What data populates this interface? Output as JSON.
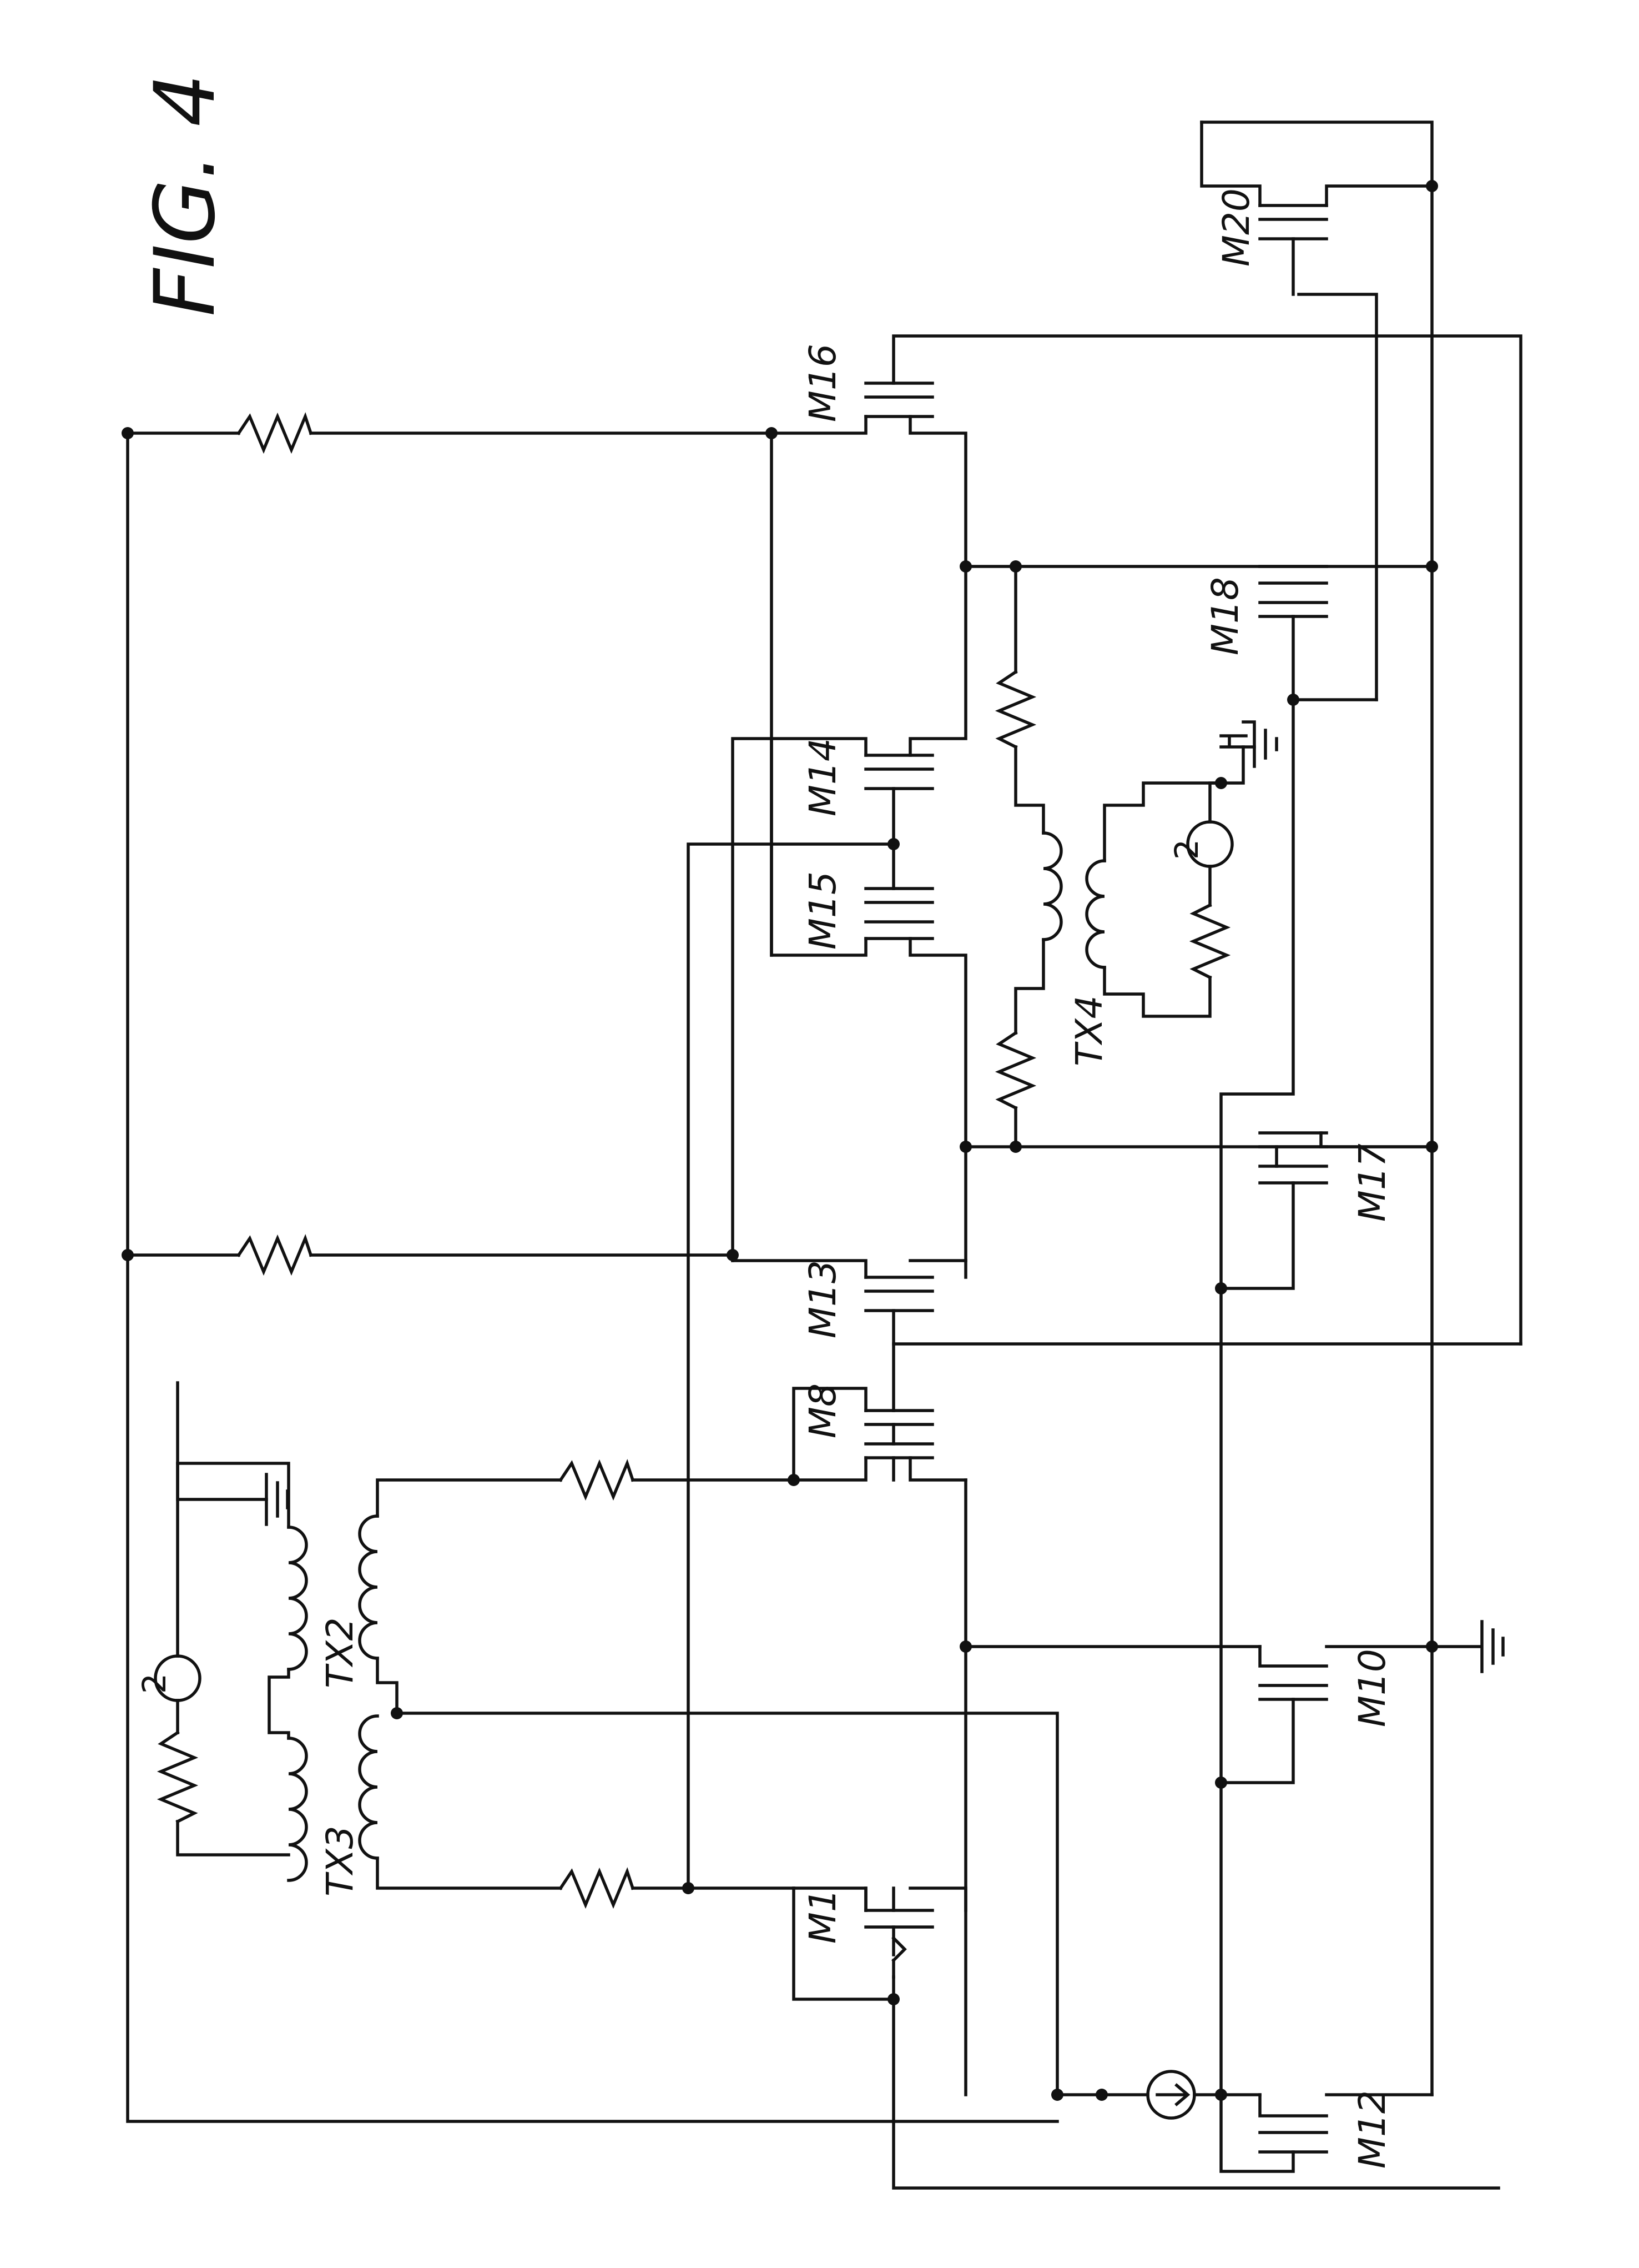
{
  "figure": {
    "title": "FIG. 4"
  },
  "transistors": [
    "M1",
    "M8",
    "M10",
    "M12",
    "M13",
    "M14",
    "M15",
    "M16",
    "M17",
    "M18",
    "M20"
  ],
  "transformers": [
    "TX2",
    "TX3",
    "TX4"
  ],
  "sources": [
    {
      "name": "source-left",
      "symbol": "2"
    },
    {
      "name": "source-right",
      "symbol": "2"
    }
  ],
  "icons": [
    "ground-icon",
    "resistor-icon",
    "inductor-icon",
    "ac-source-icon",
    "current-source-icon",
    "mosfet-icon"
  ],
  "colors": {
    "ink": "#111111",
    "paper": "#ffffff"
  }
}
